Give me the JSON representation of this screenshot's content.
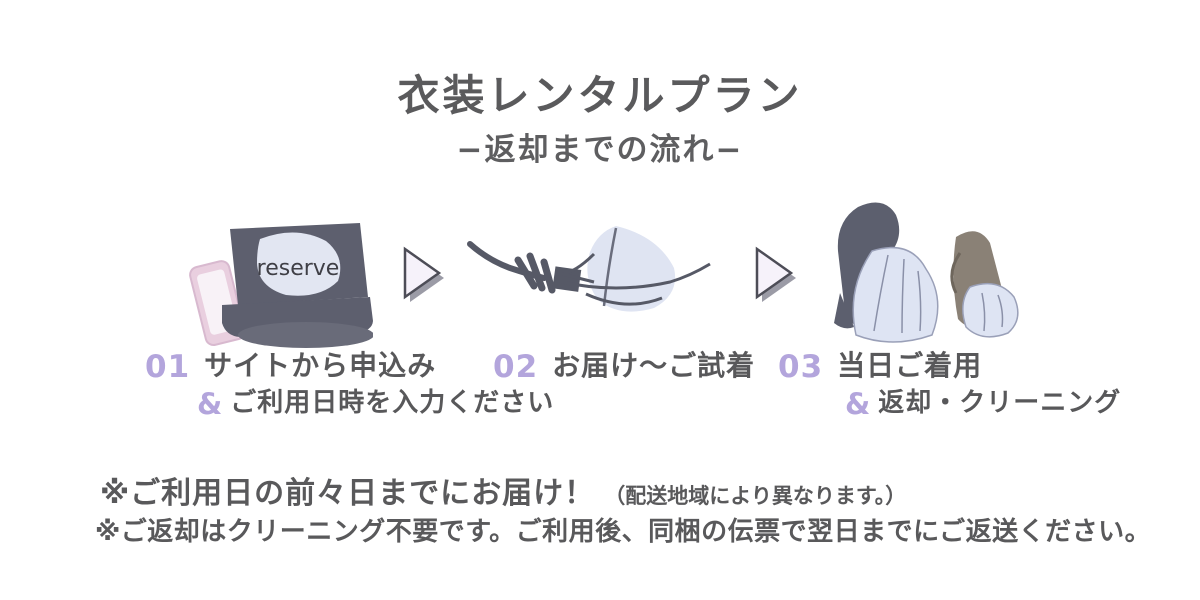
{
  "header": {
    "title": "衣装レンタルプラン",
    "subtitle": "−返却までの流れ−"
  },
  "steps": [
    {
      "number": "01",
      "line1": "サイトから申込み",
      "amp": "&",
      "line2": "ご利用日時を入力ください"
    },
    {
      "number": "02",
      "line1": "お届け〜ご試着",
      "amp": "",
      "line2": ""
    },
    {
      "number": "03",
      "line1": "当日ご着用",
      "amp": "&",
      "line2": "返却・クリーニング"
    }
  ],
  "illustrations": {
    "laptop_screen_label": "reserve"
  },
  "notes": {
    "line1_main": "※ご利用日の前々日までにお届け！",
    "line1_sub": "（配送地域により異なります。）",
    "line2": "※ご返却はクリーニング不要です。ご利用後、同梱の伝票で翌日までにご返送ください。"
  },
  "colors": {
    "text_gray": "#59595b",
    "accent_lavender": "#b3a5dc",
    "illustration_dark_slate": "#5d5f6e",
    "illustration_light_blue": "#dfe4f2",
    "illustration_taupe": "#8a8176",
    "phone_pink": "#e9cfdf",
    "arrow_fill": "#f6f2fa"
  }
}
